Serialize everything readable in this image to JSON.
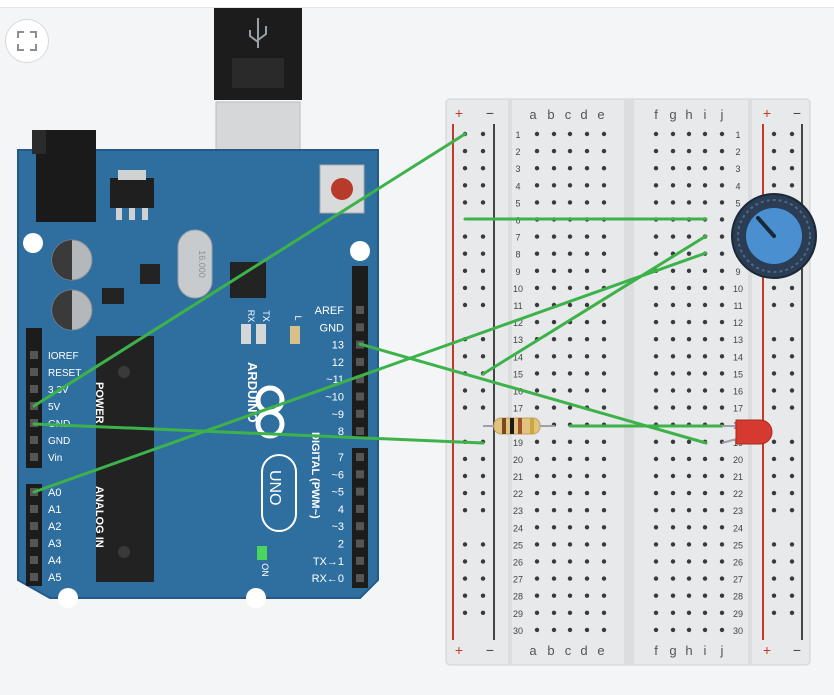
{
  "toolbar": {
    "fit_icon": "fit-to-view-icon"
  },
  "arduino": {
    "brand": "ARDUINO",
    "model": "UNO",
    "crystal": "16.000",
    "power_pins": [
      "IOREF",
      "RESET",
      "3.3V",
      "5V",
      "GND",
      "GND",
      "Vin"
    ],
    "power_section_label": "POWER",
    "analog_pins": [
      "A0",
      "A1",
      "A2",
      "A3",
      "A4",
      "A5"
    ],
    "analog_section_label": "ANALOG IN",
    "digital_pins": [
      "AREF",
      "GND",
      "13",
      "12",
      "~11",
      "~10",
      "~9",
      "8",
      "7",
      "~6",
      "~5",
      "4",
      "~3",
      "2",
      "TX→1",
      "RX←0"
    ],
    "digital_section_label": "DIGITAL (PWM~)",
    "led_labels": {
      "rx": "RX",
      "tx": "TX",
      "l": "L",
      "on": "ON"
    }
  },
  "breadboard": {
    "rail_plus": "+",
    "rail_minus": "−",
    "columns_left": [
      "a",
      "b",
      "c",
      "d",
      "e"
    ],
    "columns_right": [
      "f",
      "g",
      "h",
      "i",
      "j"
    ],
    "rows": [
      1,
      2,
      3,
      4,
      5,
      6,
      7,
      8,
      9,
      10,
      11,
      12,
      13,
      14,
      15,
      16,
      17,
      18,
      19,
      20,
      21,
      22,
      23,
      24,
      25,
      26,
      27,
      28,
      29,
      30
    ]
  },
  "colors": {
    "board": "#2f6fa0",
    "wire": "#3db24a",
    "breadboard": "#e8e9ea",
    "rail_red": "#c0392b",
    "rail_dark": "#444444",
    "led": "#d63a2e",
    "pot": "#4a8fd0"
  }
}
